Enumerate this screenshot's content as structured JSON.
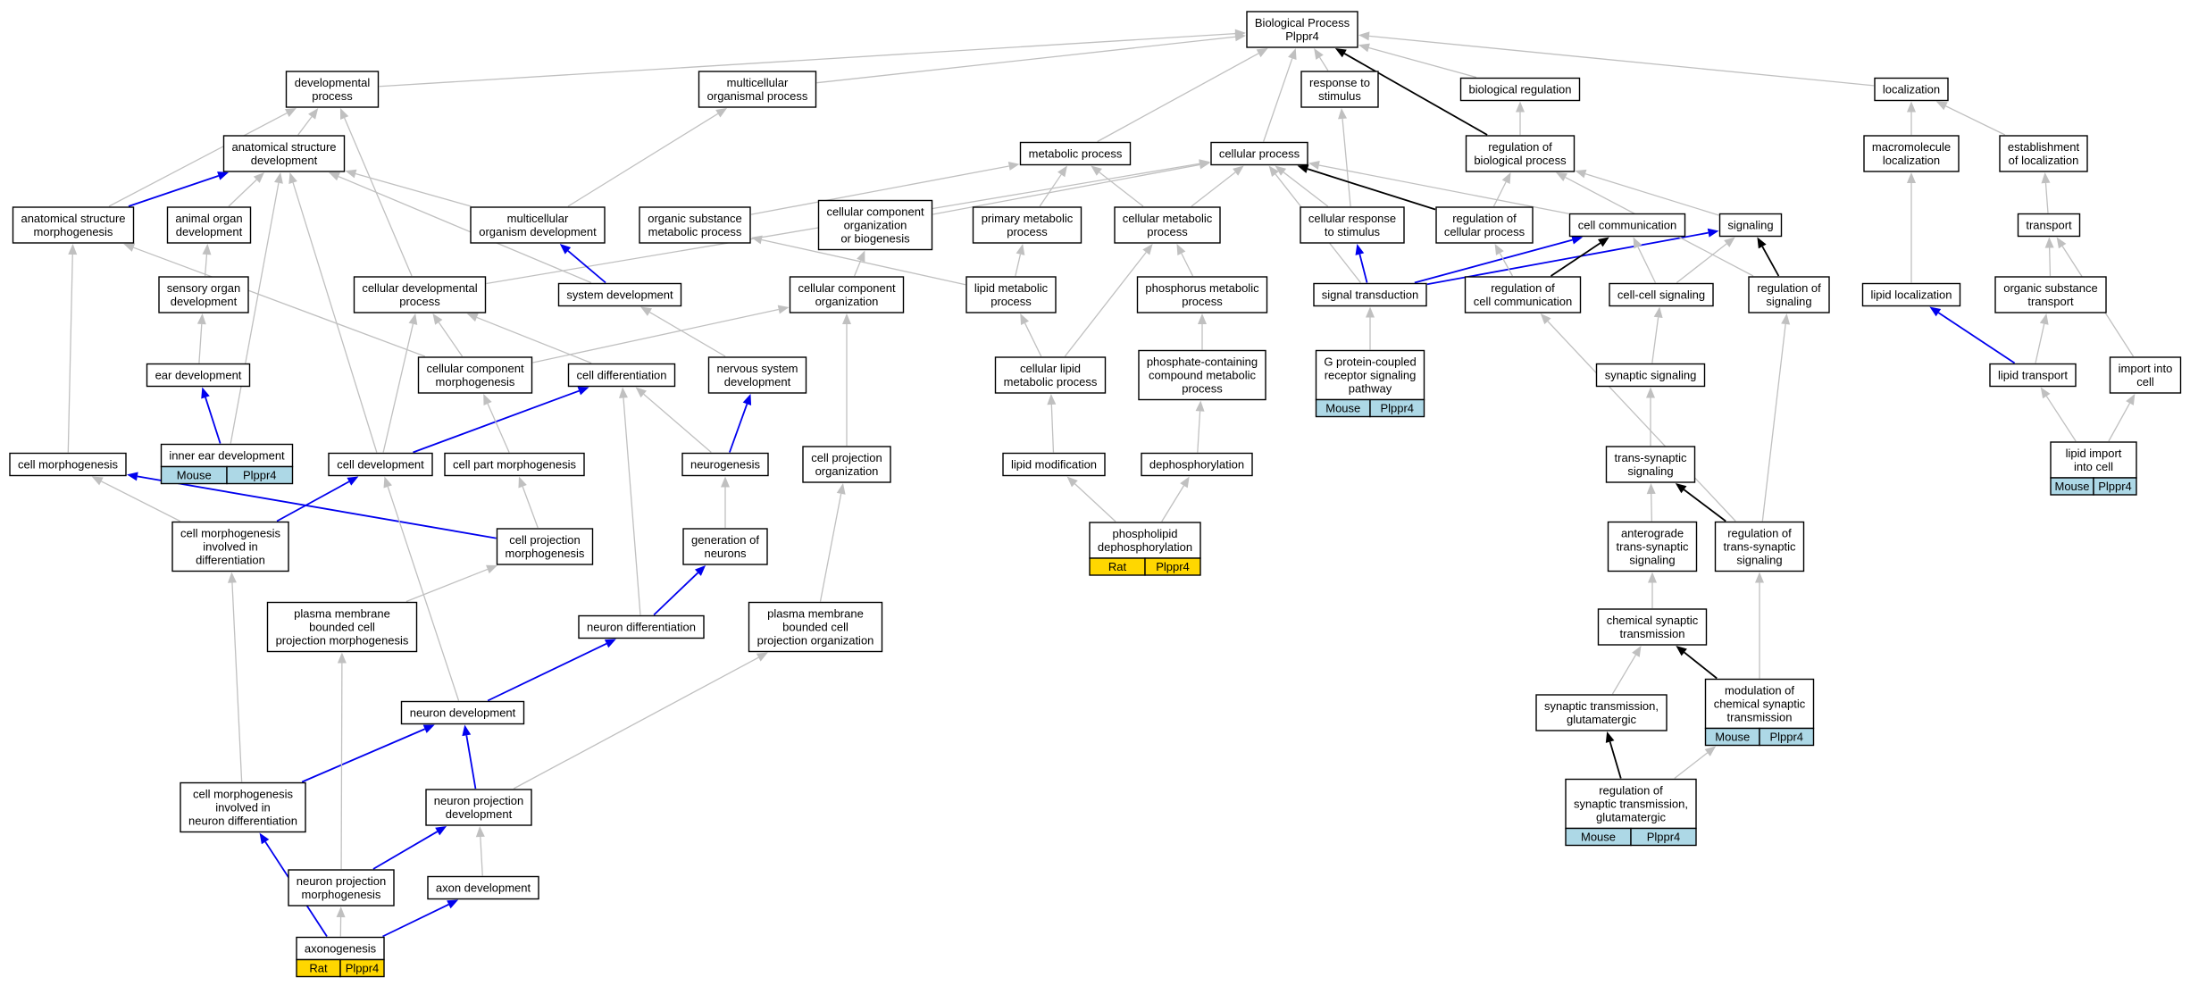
{
  "colors": {
    "edge_is_a": "#c0c0c0",
    "edge_part_of": "#0000ee",
    "edge_regulates": "#000000",
    "annot_mouse": "#add8e6",
    "annot_rat": "#ffd700",
    "node_border": "#000000",
    "node_fill": "#ffffff"
  },
  "nodes": [
    {
      "id": "bp",
      "lines": [
        "Biological Process",
        "Plppr4"
      ]
    },
    {
      "id": "dev",
      "lines": [
        "developmental",
        "process"
      ]
    },
    {
      "id": "mop",
      "lines": [
        "multicellular",
        "organismal process"
      ]
    },
    {
      "id": "rts",
      "lines": [
        "response to",
        "stimulus"
      ]
    },
    {
      "id": "breg",
      "lines": [
        "biological regulation"
      ]
    },
    {
      "id": "loc",
      "lines": [
        "localization"
      ]
    },
    {
      "id": "asd",
      "lines": [
        "anatomical structure",
        "development"
      ]
    },
    {
      "id": "metab",
      "lines": [
        "metabolic process"
      ]
    },
    {
      "id": "cp",
      "lines": [
        "cellular process"
      ]
    },
    {
      "id": "rbp",
      "lines": [
        "regulation of",
        "biological process"
      ]
    },
    {
      "id": "macloc",
      "lines": [
        "macromolecule",
        "localization"
      ]
    },
    {
      "id": "estloc",
      "lines": [
        "establishment",
        "of localization"
      ]
    },
    {
      "id": "asm",
      "lines": [
        "anatomical structure",
        "morphogenesis"
      ]
    },
    {
      "id": "aod",
      "lines": [
        "animal organ",
        "development"
      ]
    },
    {
      "id": "mod",
      "lines": [
        "multicellular",
        "organism development"
      ]
    },
    {
      "id": "osmp",
      "lines": [
        "organic substance",
        "metabolic process"
      ]
    },
    {
      "id": "ccob",
      "lines": [
        "cellular component",
        "organization",
        "or biogenesis"
      ]
    },
    {
      "id": "pmp",
      "lines": [
        "primary metabolic",
        "process"
      ]
    },
    {
      "id": "cmp",
      "lines": [
        "cellular metabolic",
        "process"
      ]
    },
    {
      "id": "crs",
      "lines": [
        "cellular response",
        "to stimulus"
      ]
    },
    {
      "id": "rcp",
      "lines": [
        "regulation of",
        "cellular process"
      ]
    },
    {
      "id": "ccomm",
      "lines": [
        "cell communication"
      ]
    },
    {
      "id": "sig",
      "lines": [
        "signaling"
      ]
    },
    {
      "id": "transport",
      "lines": [
        "transport"
      ]
    },
    {
      "id": "sod",
      "lines": [
        "sensory organ",
        "development"
      ]
    },
    {
      "id": "cdp",
      "lines": [
        "cellular developmental",
        "process"
      ]
    },
    {
      "id": "sysdev",
      "lines": [
        "system development"
      ]
    },
    {
      "id": "cco",
      "lines": [
        "cellular component",
        "organization"
      ]
    },
    {
      "id": "lmp",
      "lines": [
        "lipid metabolic",
        "process"
      ]
    },
    {
      "id": "phmp",
      "lines": [
        "phosphorus metabolic",
        "process"
      ]
    },
    {
      "id": "st",
      "lines": [
        "signal transduction"
      ]
    },
    {
      "id": "rcc",
      "lines": [
        "regulation of",
        "cell communication"
      ]
    },
    {
      "id": "ccs",
      "lines": [
        "cell-cell signaling"
      ]
    },
    {
      "id": "rsig",
      "lines": [
        "regulation of",
        "signaling"
      ]
    },
    {
      "id": "lloc",
      "lines": [
        "lipid localization"
      ]
    },
    {
      "id": "ost",
      "lines": [
        "organic substance",
        "transport"
      ]
    },
    {
      "id": "eard",
      "lines": [
        "ear development"
      ]
    },
    {
      "id": "ccm",
      "lines": [
        "cellular component",
        "morphogenesis"
      ]
    },
    {
      "id": "cdiff",
      "lines": [
        "cell differentiation"
      ]
    },
    {
      "id": "nsd",
      "lines": [
        "nervous system",
        "development"
      ]
    },
    {
      "id": "clmp",
      "lines": [
        "cellular lipid",
        "metabolic process"
      ]
    },
    {
      "id": "pcmp",
      "lines": [
        "phosphate-containing",
        "compound metabolic",
        "process"
      ]
    },
    {
      "id": "gpcr",
      "lines": [
        "G protein-coupled",
        "receptor signaling",
        "pathway"
      ],
      "annot": [
        {
          "org": "Mouse",
          "gene": "Plppr4"
        }
      ]
    },
    {
      "id": "synsig",
      "lines": [
        "synaptic signaling"
      ]
    },
    {
      "id": "ltrans",
      "lines": [
        "lipid transport"
      ]
    },
    {
      "id": "lic",
      "lines": [
        "import into",
        "cell"
      ]
    },
    {
      "id": "ied",
      "lines": [
        "inner ear development"
      ],
      "annot": [
        {
          "org": "Mouse",
          "gene": "Plppr4"
        }
      ]
    },
    {
      "id": "cmorph",
      "lines": [
        "cell morphogenesis"
      ]
    },
    {
      "id": "cdev",
      "lines": [
        "cell development"
      ]
    },
    {
      "id": "cpm",
      "lines": [
        "cell part morphogenesis"
      ]
    },
    {
      "id": "neurogen",
      "lines": [
        "neurogenesis"
      ]
    },
    {
      "id": "cpo",
      "lines": [
        "cell projection",
        "organization"
      ]
    },
    {
      "id": "lmod",
      "lines": [
        "lipid modification"
      ]
    },
    {
      "id": "dephos",
      "lines": [
        "dephosphorylation"
      ]
    },
    {
      "id": "tss",
      "lines": [
        "trans-synaptic",
        "signaling"
      ]
    },
    {
      "id": "liic",
      "lines": [
        "lipid import",
        "into cell"
      ],
      "annot": [
        {
          "org": "Mouse",
          "gene": "Plppr4"
        }
      ]
    },
    {
      "id": "cmid",
      "lines": [
        "cell morphogenesis",
        "involved in",
        "differentiation"
      ]
    },
    {
      "id": "cprojm",
      "lines": [
        "cell projection",
        "morphogenesis"
      ]
    },
    {
      "id": "gon",
      "lines": [
        "generation of",
        "neurons"
      ]
    },
    {
      "id": "pldeph",
      "lines": [
        "phospholipid",
        "dephosphorylation"
      ],
      "annot": [
        {
          "org": "Rat",
          "gene": "Plppr4"
        }
      ]
    },
    {
      "id": "atss",
      "lines": [
        "anterograde",
        "trans-synaptic",
        "signaling"
      ]
    },
    {
      "id": "rtss",
      "lines": [
        "regulation of",
        "trans-synaptic",
        "signaling"
      ]
    },
    {
      "id": "pmbcpm",
      "lines": [
        "plasma membrane",
        "bounded cell",
        "projection morphogenesis"
      ]
    },
    {
      "id": "ndiff",
      "lines": [
        "neuron differentiation"
      ]
    },
    {
      "id": "pmbcpo",
      "lines": [
        "plasma membrane",
        "bounded cell",
        "projection organization"
      ]
    },
    {
      "id": "cst",
      "lines": [
        "chemical synaptic",
        "transmission"
      ]
    },
    {
      "id": "ndev",
      "lines": [
        "neuron development"
      ]
    },
    {
      "id": "stg",
      "lines": [
        "synaptic transmission,",
        "glutamatergic"
      ]
    },
    {
      "id": "mcst",
      "lines": [
        "modulation of",
        "chemical synaptic",
        "transmission"
      ],
      "annot": [
        {
          "org": "Mouse",
          "gene": "Plppr4"
        }
      ]
    },
    {
      "id": "cmind",
      "lines": [
        "cell morphogenesis",
        "involved in",
        "neuron differentiation"
      ]
    },
    {
      "id": "npd",
      "lines": [
        "neuron projection",
        "development"
      ]
    },
    {
      "id": "rstg",
      "lines": [
        "regulation of",
        "synaptic transmission,",
        "glutamatergic"
      ],
      "annot": [
        {
          "org": "Mouse",
          "gene": "Plppr4"
        }
      ]
    },
    {
      "id": "npm",
      "lines": [
        "neuron projection",
        "morphogenesis"
      ]
    },
    {
      "id": "axdev",
      "lines": [
        "axon development"
      ]
    },
    {
      "id": "axon",
      "lines": [
        "axonogenesis"
      ],
      "annot": [
        {
          "org": "Rat",
          "gene": "Plppr4"
        }
      ]
    }
  ],
  "edges": [
    [
      "dev",
      "bp",
      "is_a"
    ],
    [
      "mop",
      "bp",
      "is_a"
    ],
    [
      "rts",
      "bp",
      "is_a"
    ],
    [
      "breg",
      "bp",
      "is_a"
    ],
    [
      "loc",
      "bp",
      "is_a"
    ],
    [
      "metab",
      "bp",
      "is_a"
    ],
    [
      "cp",
      "bp",
      "is_a"
    ],
    [
      "rbp",
      "bp",
      "regulates"
    ],
    [
      "rbp",
      "breg",
      "is_a"
    ],
    [
      "asd",
      "dev",
      "is_a"
    ],
    [
      "asm",
      "dev",
      "is_a"
    ],
    [
      "asm",
      "asd",
      "part_of"
    ],
    [
      "aod",
      "asd",
      "is_a"
    ],
    [
      "mod",
      "asd",
      "is_a"
    ],
    [
      "mod",
      "mop",
      "is_a"
    ],
    [
      "osmp",
      "metab",
      "is_a"
    ],
    [
      "ccob",
      "cp",
      "is_a"
    ],
    [
      "pmp",
      "metab",
      "is_a"
    ],
    [
      "cmp",
      "metab",
      "is_a"
    ],
    [
      "cmp",
      "cp",
      "is_a"
    ],
    [
      "crs",
      "rts",
      "is_a"
    ],
    [
      "crs",
      "cp",
      "is_a"
    ],
    [
      "rcp",
      "cp",
      "regulates"
    ],
    [
      "rcp",
      "rbp",
      "is_a"
    ],
    [
      "ccomm",
      "cp",
      "is_a"
    ],
    [
      "sig",
      "rbp",
      "is_a"
    ],
    [
      "macloc",
      "loc",
      "is_a"
    ],
    [
      "estloc",
      "loc",
      "is_a"
    ],
    [
      "transport",
      "estloc",
      "is_a"
    ],
    [
      "sod",
      "aod",
      "is_a"
    ],
    [
      "cdp",
      "dev",
      "is_a"
    ],
    [
      "cdp",
      "cp",
      "is_a"
    ],
    [
      "sysdev",
      "mod",
      "part_of"
    ],
    [
      "sysdev",
      "asd",
      "is_a"
    ],
    [
      "cco",
      "ccob",
      "is_a"
    ],
    [
      "lmp",
      "pmp",
      "is_a"
    ],
    [
      "lmp",
      "osmp",
      "is_a"
    ],
    [
      "phmp",
      "cmp",
      "is_a"
    ],
    [
      "st",
      "crs",
      "part_of"
    ],
    [
      "st",
      "cp",
      "is_a"
    ],
    [
      "st",
      "ccomm",
      "part_of"
    ],
    [
      "st",
      "sig",
      "part_of"
    ],
    [
      "rcc",
      "ccomm",
      "regulates"
    ],
    [
      "rcc",
      "rcp",
      "is_a"
    ],
    [
      "ccs",
      "ccomm",
      "is_a"
    ],
    [
      "ccs",
      "sig",
      "is_a"
    ],
    [
      "rsig",
      "sig",
      "regulates"
    ],
    [
      "rsig",
      "rbp",
      "is_a"
    ],
    [
      "lloc",
      "macloc",
      "is_a"
    ],
    [
      "ost",
      "transport",
      "is_a"
    ],
    [
      "eard",
      "sod",
      "is_a"
    ],
    [
      "ccm",
      "asm",
      "is_a"
    ],
    [
      "ccm",
      "cco",
      "is_a"
    ],
    [
      "ccm",
      "cdp",
      "is_a"
    ],
    [
      "cdiff",
      "cdp",
      "is_a"
    ],
    [
      "nsd",
      "sysdev",
      "is_a"
    ],
    [
      "clmp",
      "lmp",
      "is_a"
    ],
    [
      "clmp",
      "cmp",
      "is_a"
    ],
    [
      "pcmp",
      "phmp",
      "is_a"
    ],
    [
      "gpcr",
      "st",
      "is_a"
    ],
    [
      "synsig",
      "ccs",
      "is_a"
    ],
    [
      "ltrans",
      "lloc",
      "part_of"
    ],
    [
      "ltrans",
      "ost",
      "is_a"
    ],
    [
      "lic",
      "transport",
      "is_a"
    ],
    [
      "ied",
      "eard",
      "part_of"
    ],
    [
      "ied",
      "asd",
      "is_a"
    ],
    [
      "cmorph",
      "asm",
      "is_a"
    ],
    [
      "cdev",
      "cdiff",
      "part_of"
    ],
    [
      "cdev",
      "cdp",
      "is_a"
    ],
    [
      "cdev",
      "asd",
      "is_a"
    ],
    [
      "cpm",
      "ccm",
      "is_a"
    ],
    [
      "neurogen",
      "nsd",
      "part_of"
    ],
    [
      "neurogen",
      "cdiff",
      "is_a"
    ],
    [
      "cpo",
      "cco",
      "is_a"
    ],
    [
      "lmod",
      "clmp",
      "is_a"
    ],
    [
      "dephos",
      "pcmp",
      "is_a"
    ],
    [
      "tss",
      "synsig",
      "is_a"
    ],
    [
      "liic",
      "ltrans",
      "is_a"
    ],
    [
      "liic",
      "lic",
      "is_a"
    ],
    [
      "cmid",
      "cdev",
      "part_of"
    ],
    [
      "cmid",
      "cmorph",
      "is_a"
    ],
    [
      "cprojm",
      "cmorph",
      "part_of"
    ],
    [
      "cprojm",
      "cpm",
      "is_a"
    ],
    [
      "gon",
      "neurogen",
      "is_a"
    ],
    [
      "pldeph",
      "lmod",
      "is_a"
    ],
    [
      "pldeph",
      "dephos",
      "is_a"
    ],
    [
      "atss",
      "tss",
      "is_a"
    ],
    [
      "rtss",
      "tss",
      "regulates"
    ],
    [
      "rtss",
      "rsig",
      "is_a"
    ],
    [
      "rtss",
      "rcc",
      "is_a"
    ],
    [
      "pmbcpm",
      "cprojm",
      "is_a"
    ],
    [
      "ndiff",
      "gon",
      "part_of"
    ],
    [
      "ndiff",
      "cdiff",
      "is_a"
    ],
    [
      "pmbcpo",
      "cpo",
      "is_a"
    ],
    [
      "cst",
      "atss",
      "is_a"
    ],
    [
      "ndev",
      "ndiff",
      "part_of"
    ],
    [
      "ndev",
      "cdev",
      "is_a"
    ],
    [
      "stg",
      "cst",
      "is_a"
    ],
    [
      "mcst",
      "cst",
      "regulates"
    ],
    [
      "mcst",
      "rtss",
      "is_a"
    ],
    [
      "cmind",
      "ndev",
      "part_of"
    ],
    [
      "cmind",
      "cmid",
      "is_a"
    ],
    [
      "npd",
      "ndev",
      "part_of"
    ],
    [
      "npd",
      "pmbcpo",
      "is_a"
    ],
    [
      "rstg",
      "stg",
      "regulates"
    ],
    [
      "rstg",
      "mcst",
      "is_a"
    ],
    [
      "npm",
      "npd",
      "part_of"
    ],
    [
      "npm",
      "pmbcpm",
      "is_a"
    ],
    [
      "axdev",
      "npd",
      "is_a"
    ],
    [
      "axon",
      "cmind",
      "part_of"
    ],
    [
      "axon",
      "npm",
      "is_a"
    ],
    [
      "axon",
      "axdev",
      "part_of"
    ]
  ]
}
